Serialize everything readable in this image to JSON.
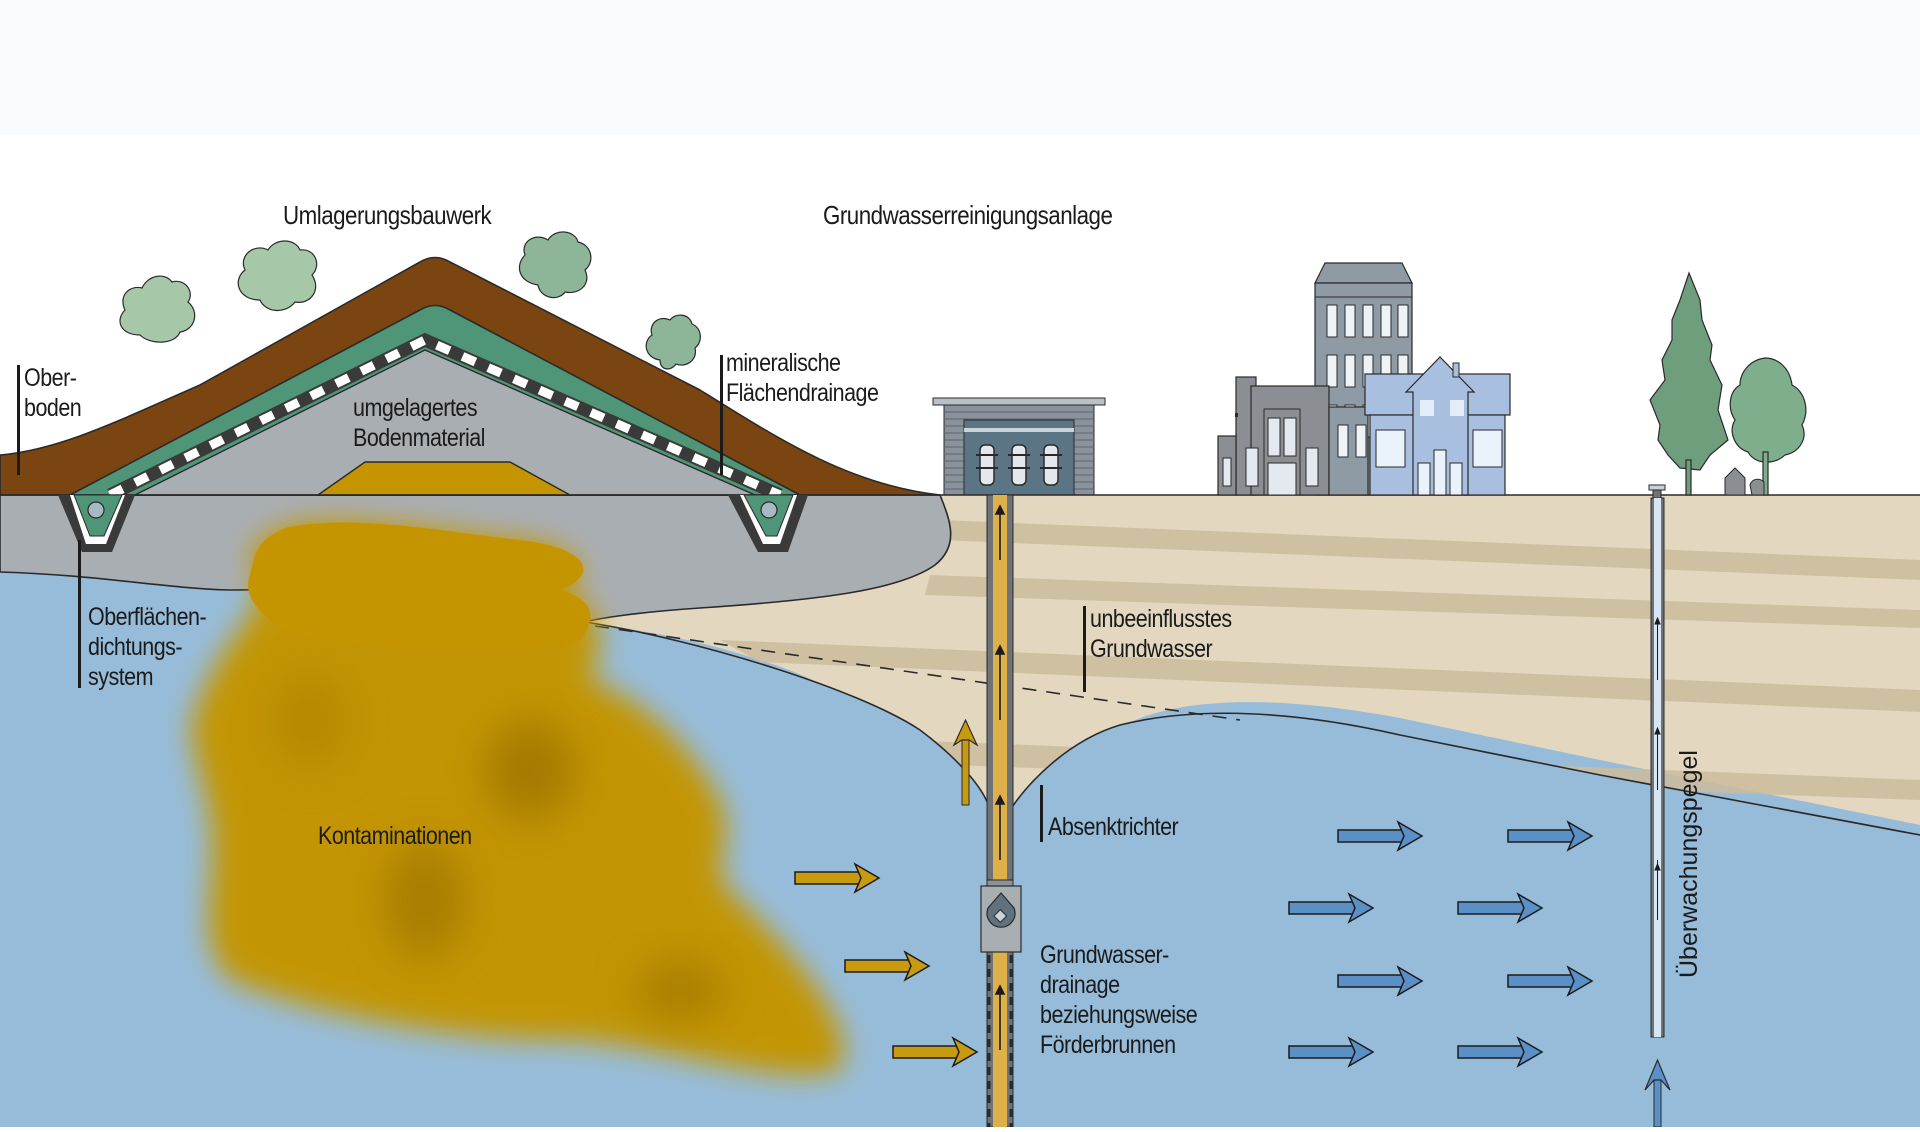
{
  "diagram": {
    "title_left": "Umlagerungsbauwerk",
    "title_right": "Grundwasserreinigungsanlage",
    "labels": {
      "oberboden": [
        "Ober-",
        "boden"
      ],
      "umgelagertes_bodenmaterial": [
        "umgelagertes",
        "Bodenmaterial"
      ],
      "mineralische_flaechendrainage": [
        "mineralische",
        "Flächendrainage"
      ],
      "oberflaechendichtungssystem": [
        "Oberflächen-",
        "dichtungs-",
        "system"
      ],
      "unbeeinflusstes_grundwasser": [
        "unbeeinflusstes",
        "Grundwasser"
      ],
      "absenktrichter": "Absenktrichter",
      "kontaminationen": "Kontaminationen",
      "grundwasserdrainage": [
        "Grundwasser-",
        "drainage",
        "beziehungsweise",
        "Förderbrunnen"
      ],
      "ueberwachungspegel": "Überwachungspegel"
    },
    "colors": {
      "topsoil": "#7a4510",
      "drainage_layer": "#4f9578",
      "relocated_soil": "#a9aeb2",
      "contamination": "#c49500",
      "groundwater": "#97bcd9",
      "sand": "#e3d7c0",
      "sand_band": "#cbbc9c",
      "flow_arrow_contaminated": "#c89a10",
      "flow_arrow_clean": "#5a90c6",
      "tree_light": "#a6c8a9",
      "tree_dark": "#6f9e7c",
      "building_grey": "#8e9aa4",
      "building_dark": "#8b8f93",
      "house_blue": "#a9bfdf"
    },
    "icons": [
      "tree-icon",
      "building-icon",
      "house-icon",
      "treatment-plant-icon",
      "pump-icon",
      "well-pipe-icon",
      "monitoring-well-icon",
      "flow-arrow-icon",
      "dog-kennel-icon"
    ]
  }
}
